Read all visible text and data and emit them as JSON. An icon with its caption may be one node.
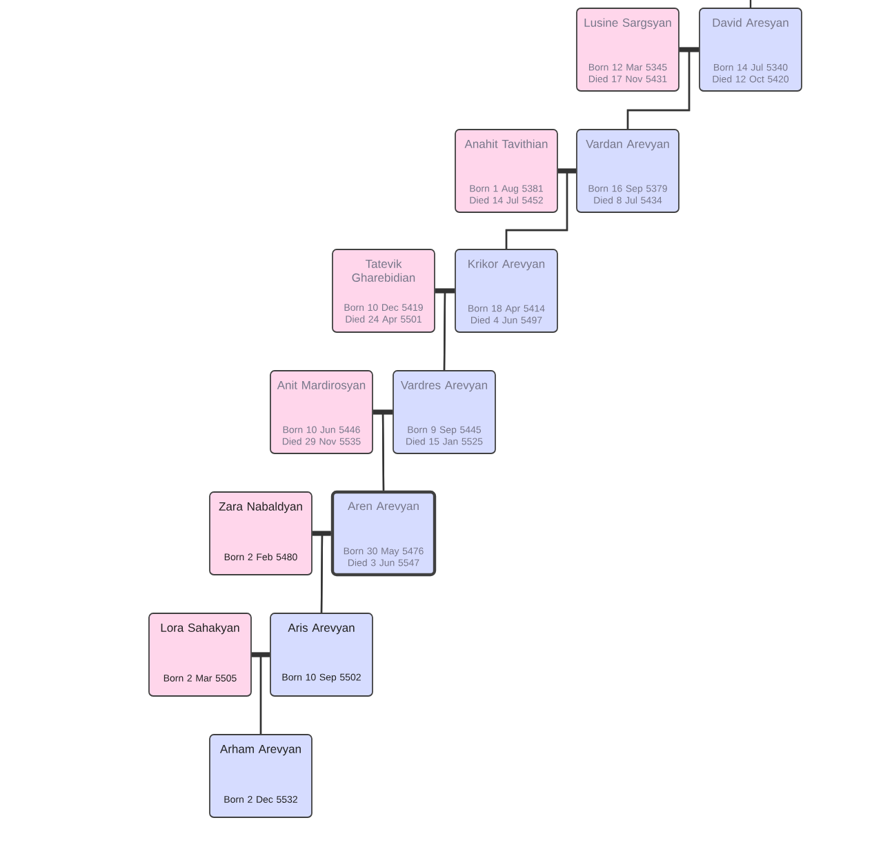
{
  "diagram": {
    "nodes": [
      {
        "text": [
          "Lusine Sargsyan",
          "Born 12 Mar 5345",
          "Died 17 Nov 5431"
        ]
      },
      {
        "text": [
          "David Aresyan",
          "Born 14 Jul 5340",
          "Died 12 Oct 5420"
        ]
      },
      {
        "text": [
          "Anahit Tavithian",
          "Born 1 Aug 5381",
          "Died 14 Jul 5452"
        ]
      },
      {
        "text": [
          "Vardan Arevyan",
          "Born 16 Sep 5379",
          "Died 8 Jul 5434"
        ]
      },
      {
        "text": [
          "Tatevik Gharebidian",
          "Born 10 Dec 5419",
          "Died 24 Apr 5501"
        ]
      },
      {
        "text": [
          "Krikor Arevyan",
          "Born 18 Apr 5414",
          "Died 4 Jun 5497"
        ]
      },
      {
        "text": [
          "Anit Mardirosyan",
          "Born 10 Jun 5446",
          "Died 29 Nov 5535"
        ]
      },
      {
        "text": [
          "Vardres Arevyan",
          "Born 9 Sep 5445",
          "Died 15 Jan 5525"
        ]
      },
      {
        "text": [
          "Zara Nabaldyan",
          "Born 2 Feb 5480"
        ]
      },
      {
        "text": [
          "Aren Arevyan",
          "Born 30 May 5476",
          "Died 3 Jun 5547"
        ]
      },
      {
        "text": [
          "Lora Sahakyan",
          "Born 2 Mar 5505"
        ]
      },
      {
        "text": [
          "Aris Arevyan",
          "Born 10 Sep 5502"
        ]
      },
      {
        "text": [
          "Arham Arevyan",
          "Born 2 Dec 5532"
        ]
      }
    ],
    "edges": [
      {
        "from": null,
        "to": 1,
        "arrow": "none"
      },
      {
        "from": 0,
        "to": 1,
        "arrow": "none",
        "style": "thick"
      },
      {
        "from": 0,
        "to": 3,
        "arrow": "none"
      },
      {
        "from": 1,
        "to": 3,
        "arrow": "none"
      },
      {
        "from": 2,
        "to": 3,
        "arrow": "none",
        "style": "thick"
      },
      {
        "from": 2,
        "to": 5,
        "arrow": "none"
      },
      {
        "from": 3,
        "to": 5,
        "arrow": "none"
      },
      {
        "from": 4,
        "to": 5,
        "arrow": "none",
        "style": "thick"
      },
      {
        "from": 4,
        "to": 7,
        "arrow": "none"
      },
      {
        "from": 5,
        "to": 7,
        "arrow": "none"
      },
      {
        "from": 6,
        "to": 7,
        "arrow": "none",
        "style": "thick"
      },
      {
        "from": 6,
        "to": 9,
        "arrow": "none"
      },
      {
        "from": 7,
        "to": 9,
        "arrow": "none"
      },
      {
        "from": 8,
        "to": 9,
        "arrow": "none",
        "style": "thick"
      },
      {
        "from": 8,
        "to": 11,
        "arrow": "none"
      },
      {
        "from": 9,
        "to": 11,
        "arrow": "none"
      },
      {
        "from": 10,
        "to": 11,
        "arrow": "none",
        "style": "thick"
      },
      {
        "from": 10,
        "to": 12,
        "arrow": "none"
      },
      {
        "from": 11,
        "to": 12,
        "arrow": "none"
      }
    ]
  }
}
